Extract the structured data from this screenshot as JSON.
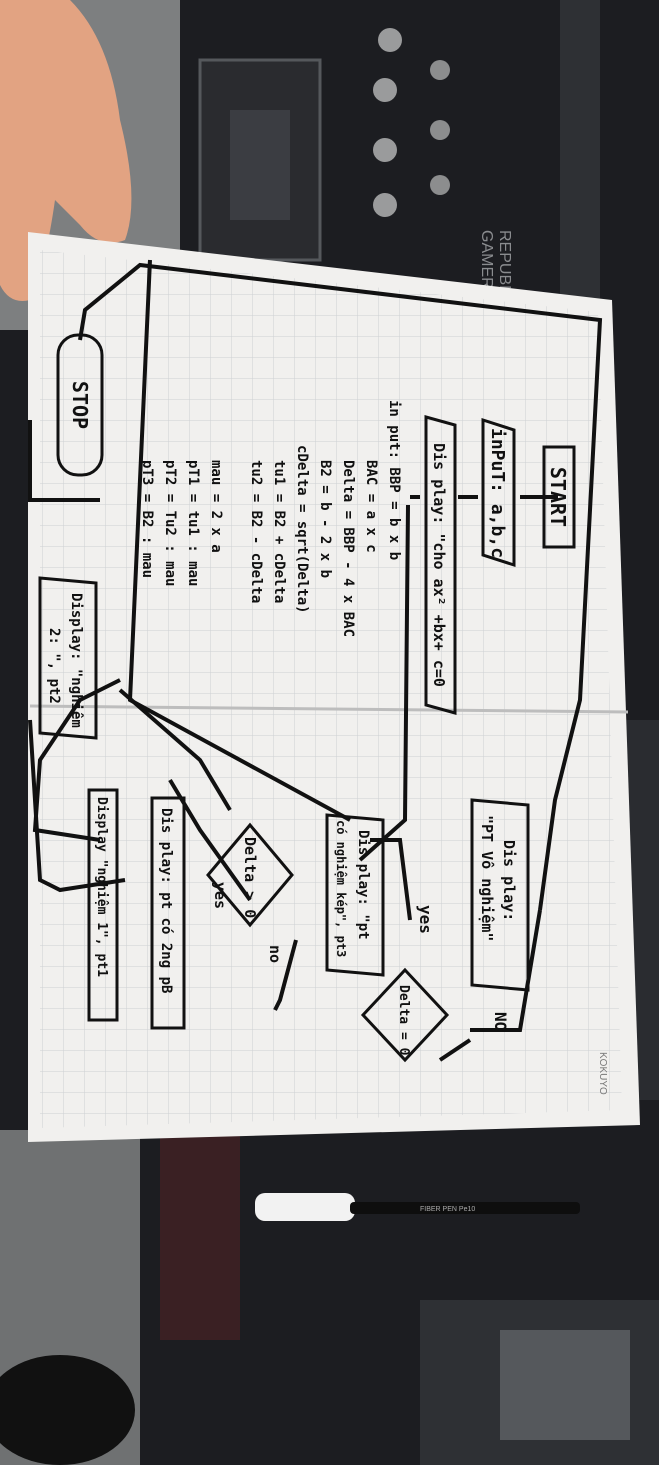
{
  "flowchart": {
    "start": "START",
    "input_abc": "inPuT: a,b,c",
    "display_eq": "Dis play: \"cho ax² +bx+ c=0",
    "compute_lines": [
      "in put: BBP = b x b",
      "BAC = a x c",
      "Delta = BBP - 4 x BAC",
      "B2 = b - 2 x b",
      "cDelta = sqrt(Delta)",
      "tu1 = B2 + cDelta",
      "tu2 = B2 - cDelta",
      "mau = 2 x a",
      "pT1 = tu1 : mau",
      "pT2 = Tu2 : mau",
      "pT3 = B2 : mau"
    ],
    "display_vo_nghiem": [
      "Dis play:",
      "\"PT Vô nghiệm\""
    ],
    "label_no_top": "NO",
    "decision_delta_zero": "Delta = 0",
    "label_yes_top": "yes",
    "display_nghiem_kep": [
      "Dis play: \"pt",
      "có nghiệm kép\", pt3"
    ],
    "decision_delta_pos": "Delta > 0",
    "label_yes_mid": "yes",
    "label_no_mid": "no",
    "display_2_nghiem": "Dis play: pt có 2ng pB",
    "display_nghiem1": "Display \"nghiệm 1\", pt1",
    "display_nghiem2": [
      "Display: \"nghiệm",
      "2: \", pt2"
    ],
    "stop": "STOP",
    "notebook_brand": "KOKUYO"
  },
  "background": {
    "board_text": [
      "REPUBLIC OF",
      "GAMERS"
    ],
    "pen_text": "FIBER PEN Pe10"
  },
  "colors": {
    "desk": "#1c1d21",
    "paper": "#f1f0ee",
    "grid": "#c9ccd0",
    "ink": "#111111",
    "skin": "#e2a382"
  }
}
